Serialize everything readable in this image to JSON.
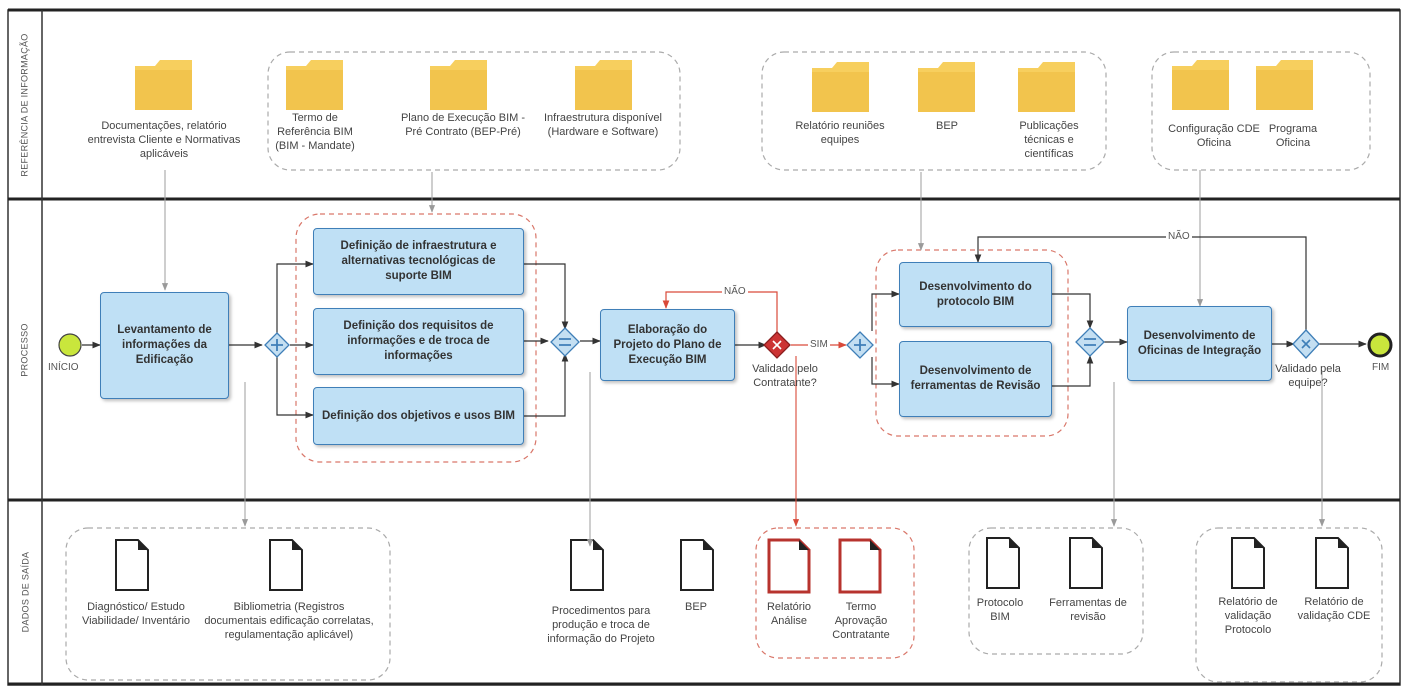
{
  "lanes": {
    "ref": "REFERÊNCIA DE INFORMAÇÃO",
    "process": "PROCESSO",
    "output": "DADOS DE SAÍDA"
  },
  "references": {
    "r1": "Documentações, relatório entrevista Cliente e Normativas aplicáveis",
    "r2": "Termo de Referência BIM (BIM - Mandate)",
    "r3": "Plano de Execução BIM - Pré Contrato (BEP-Pré)",
    "r4": "Infraestrutura disponível (Hardware e Software)",
    "r5": "Relatório reuniões equipes",
    "r6": "BEP",
    "r7": "Publicações técnicas e científicas",
    "r8": "Configuração CDE Oficina",
    "r9": "Programa Oficina"
  },
  "tasks": {
    "t1": "Levantamento de informações da Edificação",
    "t2": "Definição de infraestrutura e alternativas tecnológicas de suporte BIM",
    "t3": "Definição dos requisitos de informações e de troca de informações",
    "t4": "Definição dos objetivos e usos BIM",
    "t5": "Elaboração do Projeto do Plano de Execução BIM",
    "t6": "Desenvolvimento do protocolo BIM",
    "t7": "Desenvolvimento de ferramentas de Revisão",
    "t8": "Desenvolvimento de Oficinas de Integração"
  },
  "events": {
    "start": "INÍCIO",
    "end": "FIM"
  },
  "gateways": {
    "g_contratante": "Validado pelo Contratante?",
    "g_equipe": "Validado pela equipe?",
    "nao1": "NÃO",
    "sim": "SIM",
    "nao2": "NÃO"
  },
  "outputs": {
    "o1": "Diagnóstico/ Estudo Viabilidade/ Inventário",
    "o2": "Bibliometria (Registros documentais edificação correlatas, regulamentação aplicável)",
    "o3": "Procedimentos para produção e troca de informação do Projeto",
    "o4": "BEP",
    "o5": "Relatório Análise",
    "o6": "Termo Aprovação Contratante",
    "o7": "Protocolo BIM",
    "o8": "Ferramentas de revisão",
    "o9": "Relatório de validação Protocolo",
    "o10": "Relatório de validação CDE"
  },
  "colors": {
    "task_fill": "#bfe0f5",
    "task_border": "#3f7fb8",
    "folder": "#f7cf5e",
    "event": "#c9e63c",
    "gateway_parallel": "#c4dff2",
    "gateway_reject": "#cc3333",
    "reject_flow": "#d94a3a"
  }
}
